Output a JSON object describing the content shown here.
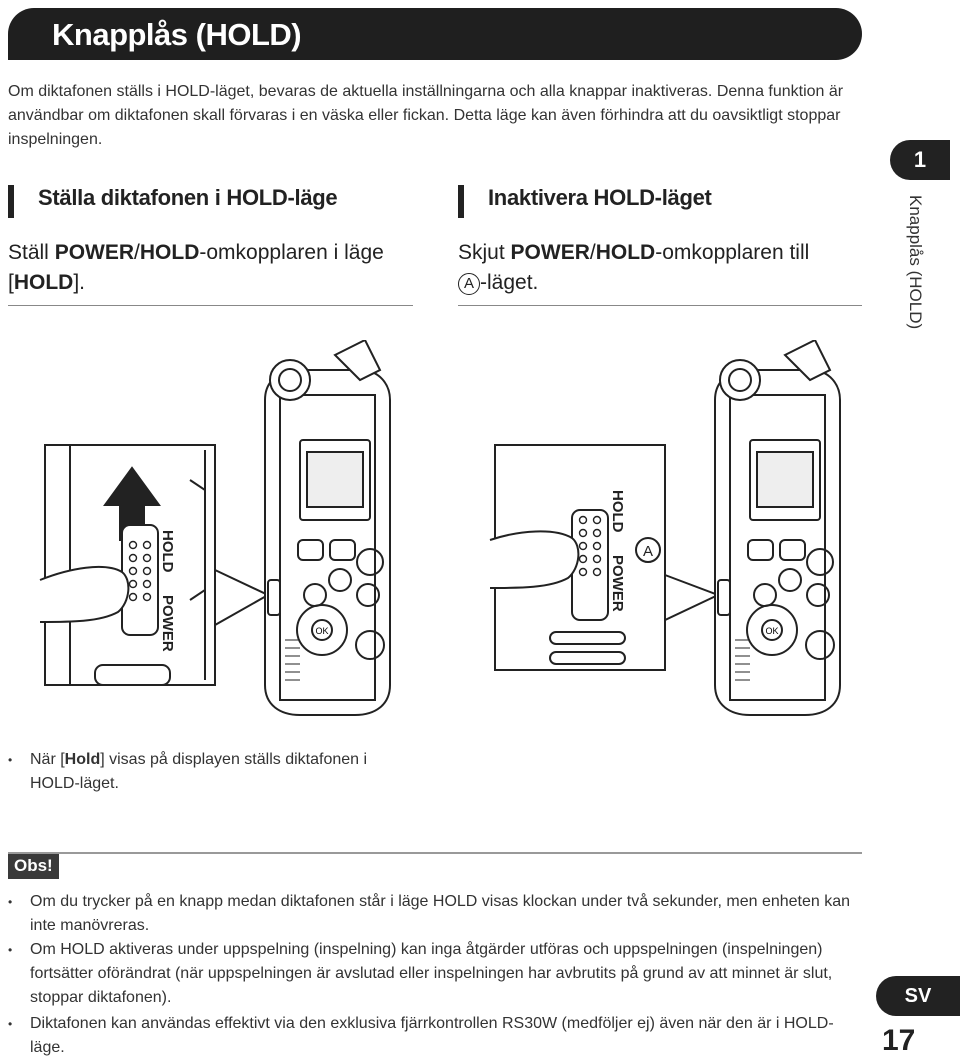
{
  "header": {
    "title": "Knapplås (HOLD)"
  },
  "intro": "Om diktafonen ställs i HOLD-läget, bevaras de aktuella inställningarna och alla knappar inaktiveras. Denna funktion är användbar om diktafonen skall förvaras i en väska eller fickan. Detta läge kan även förhindra att du oavsiktligt stoppar inspelningen.",
  "left_section": {
    "heading": "Ställa diktafonen i HOLD-läge",
    "text_pre": "Ställ ",
    "text_bold1": "POWER",
    "text_mid": "/",
    "text_bold2": "HOLD",
    "text_post": "-omkopplaren i läge [",
    "text_bold3": "HOLD",
    "text_end": "]."
  },
  "right_section": {
    "heading": "Inaktivera HOLD-läget",
    "text_pre": "Skjut ",
    "text_bold1": "POWER",
    "text_mid": "/",
    "text_bold2": "HOLD",
    "text_post": "-omkopplaren till",
    "circle_letter": "A",
    "text_end": "-läget."
  },
  "side_tab": {
    "chapter": "1",
    "label": "Knapplås (HOLD)"
  },
  "illustration_labels": {
    "hold": "HOLD",
    "power": "POWER",
    "circle_a": "A",
    "ok": "OK"
  },
  "note_hold": {
    "pre": "När [",
    "bold": "Hold",
    "post": "] visas på displayen ställs diktafonen i HOLD-läget."
  },
  "obs": {
    "label": "Obs!",
    "items": [
      "Om du trycker på en knapp medan diktafonen står i läge HOLD visas klockan under två sekunder, men enheten kan inte manövreras.",
      "Om HOLD aktiveras under uppspelning (inspelning) kan inga åtgärder utföras och uppspelningen (inspelningen) fortsätter oförändrat (när uppspelningen är avslutad eller inspelningen har avbrutits på grund av att minnet är slut, stoppar diktafonen).",
      "Diktafonen kan användas effektivt via den exklusiva fjärrkontrollen RS30W (medföljer ej) även när den är i HOLD-läge."
    ]
  },
  "footer": {
    "lang": "SV",
    "page": "17"
  }
}
